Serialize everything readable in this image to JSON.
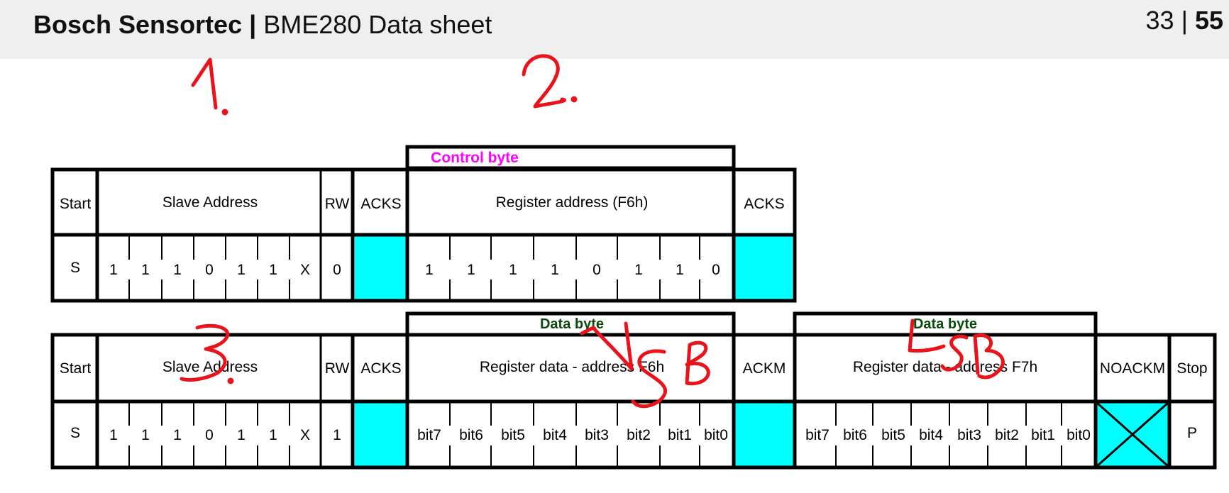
{
  "header": {
    "company": "Bosch Sensortec",
    "separator": "|",
    "document": "BME280 Data sheet",
    "page_current": "33",
    "page_separator": "|",
    "page_total": "55"
  },
  "write_frame": {
    "group_label": "Control byte",
    "headers": [
      "Start",
      "Slave Address",
      "RW",
      "ACKS",
      "Register address (F6h)",
      "ACKS"
    ],
    "start_value": "S",
    "address_bits": [
      "1",
      "1",
      "1",
      "0",
      "1",
      "1",
      "X"
    ],
    "rw_bit": "0",
    "register_bits": [
      "1",
      "1",
      "1",
      "1",
      "0",
      "1",
      "1",
      "0"
    ]
  },
  "read_frame": {
    "data_byte_label_1": "Data byte",
    "data_byte_label_2": "Data byte",
    "headers": [
      "Start",
      "Slave Address",
      "RW",
      "ACKS",
      "Register data - address F6h",
      "ACKM",
      "Register data - address F7h",
      "NOACKM",
      "Stop"
    ],
    "start_value": "S",
    "address_bits": [
      "1",
      "1",
      "1",
      "0",
      "1",
      "1",
      "X"
    ],
    "rw_bit": "1",
    "msb_bits": [
      "bit7",
      "bit6",
      "bit5",
      "bit4",
      "bit3",
      "bit2",
      "bit1",
      "bit0"
    ],
    "lsb_bits": [
      "bit7",
      "bit6",
      "bit5",
      "bit4",
      "bit3",
      "bit2",
      "bit1",
      "bit0"
    ],
    "stop_value": "P"
  },
  "handwritten": {
    "mark_1": "1.",
    "mark_2": "2.",
    "mark_3": "3.",
    "msb": "MSB",
    "lsb": "LSB"
  },
  "colors": {
    "ack_fill": "#00ffff",
    "control_label": "#ff00ff",
    "data_label": "#0b4a0b",
    "annotation": "#e8131b",
    "header_bg": "#efefef"
  }
}
